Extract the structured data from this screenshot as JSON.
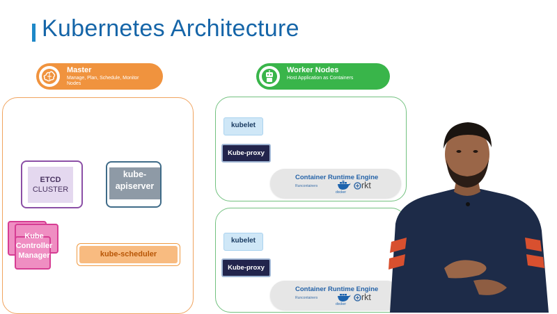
{
  "title": "Kubernetes Architecture",
  "master": {
    "title": "Master",
    "subtitle_line1": "Manage, Plan, Schedule, Monitor",
    "subtitle_line2": "Nodes",
    "icon": "brain-icon",
    "color": "#f0933e",
    "components": {
      "etcd_line1": "ETCD",
      "etcd_line2": "CLUSTER",
      "apiserver_line1": "kube-",
      "apiserver_line2": "apiserver",
      "controller_line1": "Kube",
      "controller_line2": "Controller",
      "controller_line3": "Manager",
      "scheduler": "kube-scheduler"
    }
  },
  "worker": {
    "title": "Worker Nodes",
    "subtitle": "Host Application as Containers",
    "icon": "robot-icon",
    "color": "#39b54a",
    "nodes": [
      {
        "kubelet": "kubelet",
        "proxy": "Kube-proxy",
        "runtime_title": "Container Runtime Engine",
        "runtime_sub": "Runcontainers",
        "docker": "docker",
        "rkt": "rkt"
      },
      {
        "kubelet": "kubelet",
        "proxy": "Kube-proxy",
        "runtime_title": "Container Runtime Engine",
        "runtime_sub": "Runcontainers",
        "docker": "docker",
        "rkt": "rkt"
      }
    ]
  }
}
